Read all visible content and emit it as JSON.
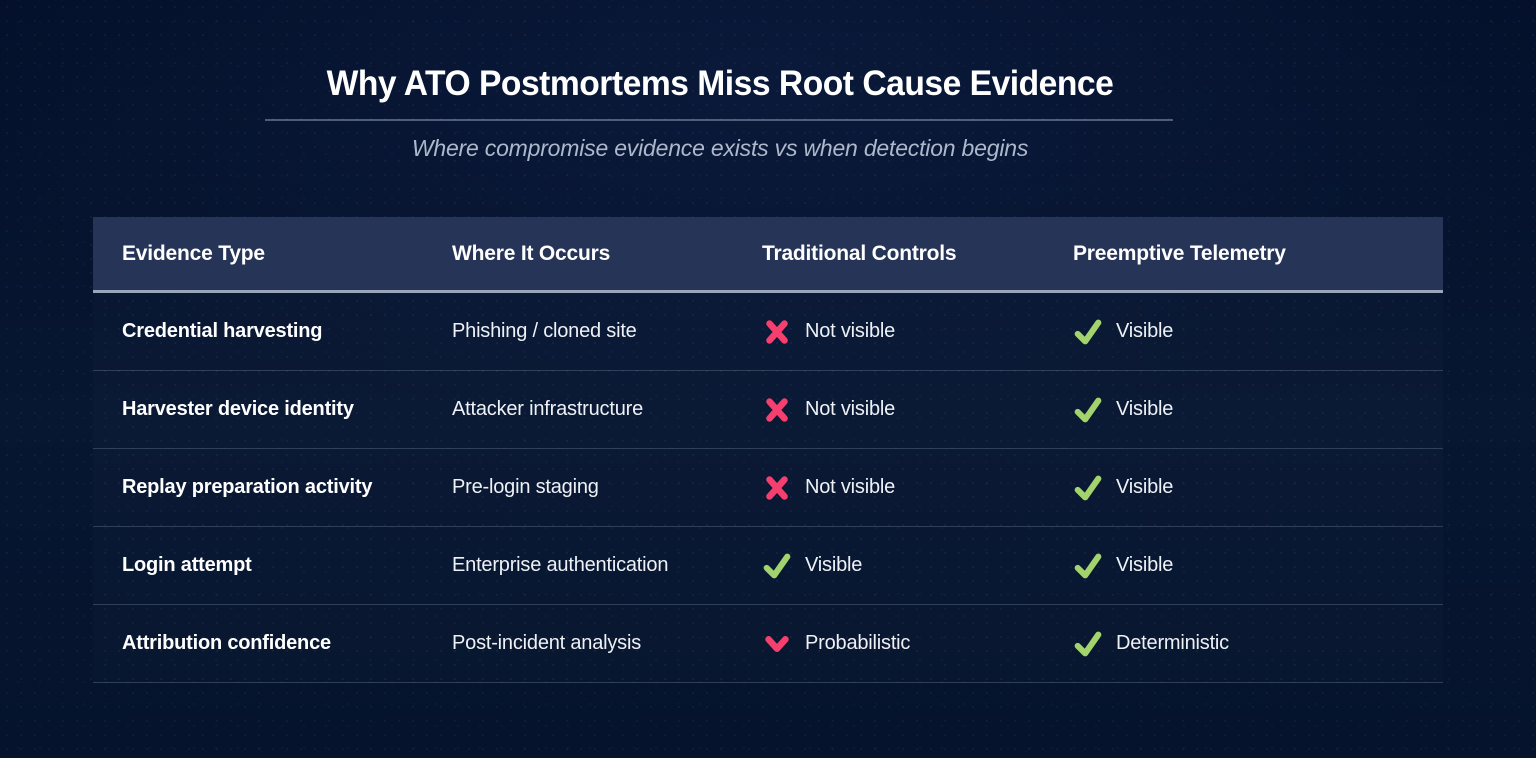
{
  "chart_data": {
    "type": "table",
    "title": "Why ATO Postmortems Miss Root Cause Evidence",
    "subtitle": "Where compromise evidence exists vs when detection begins",
    "columns": [
      "Evidence Type",
      "Where It Occurs",
      "Traditional Controls",
      "Preemptive Telemetry"
    ],
    "rows": [
      {
        "evidence_type": "Credential harvesting",
        "where_it_occurs": "Phishing / cloned site",
        "traditional_controls": {
          "icon": "cross-icon",
          "label": "Not visible"
        },
        "preemptive_telemetry": {
          "icon": "check-icon",
          "label": "Visible"
        }
      },
      {
        "evidence_type": "Harvester device identity",
        "where_it_occurs": "Attacker infrastructure",
        "traditional_controls": {
          "icon": "cross-icon",
          "label": "Not visible"
        },
        "preemptive_telemetry": {
          "icon": "check-icon",
          "label": "Visible"
        }
      },
      {
        "evidence_type": "Replay preparation activity",
        "where_it_occurs": "Pre-login staging",
        "traditional_controls": {
          "icon": "cross-icon",
          "label": "Not visible"
        },
        "preemptive_telemetry": {
          "icon": "check-icon",
          "label": "Visible"
        }
      },
      {
        "evidence_type": "Login attempt",
        "where_it_occurs": "Enterprise authentication",
        "traditional_controls": {
          "icon": "check-icon",
          "label": "Visible"
        },
        "preemptive_telemetry": {
          "icon": "check-icon",
          "label": "Visible"
        }
      },
      {
        "evidence_type": "Attribution confidence",
        "where_it_occurs": "Post-incident analysis",
        "traditional_controls": {
          "icon": "chevron-down-icon",
          "label": "Probabilistic"
        },
        "preemptive_telemetry": {
          "icon": "check-icon",
          "label": "Deterministic"
        }
      }
    ],
    "layout": {
      "grid": "off",
      "legend": "none"
    }
  },
  "colors": {
    "background": "#061229",
    "header_row_background": "#263458",
    "accent_pink": "#f43f6f",
    "accent_green": "#a2d36c",
    "subtitle_gray": "#aeb8cb",
    "icon_colors": {
      "cross-icon": "#f43f6f",
      "chevron-down-icon": "#f43f6f",
      "check-icon": "#a2d36c"
    }
  }
}
